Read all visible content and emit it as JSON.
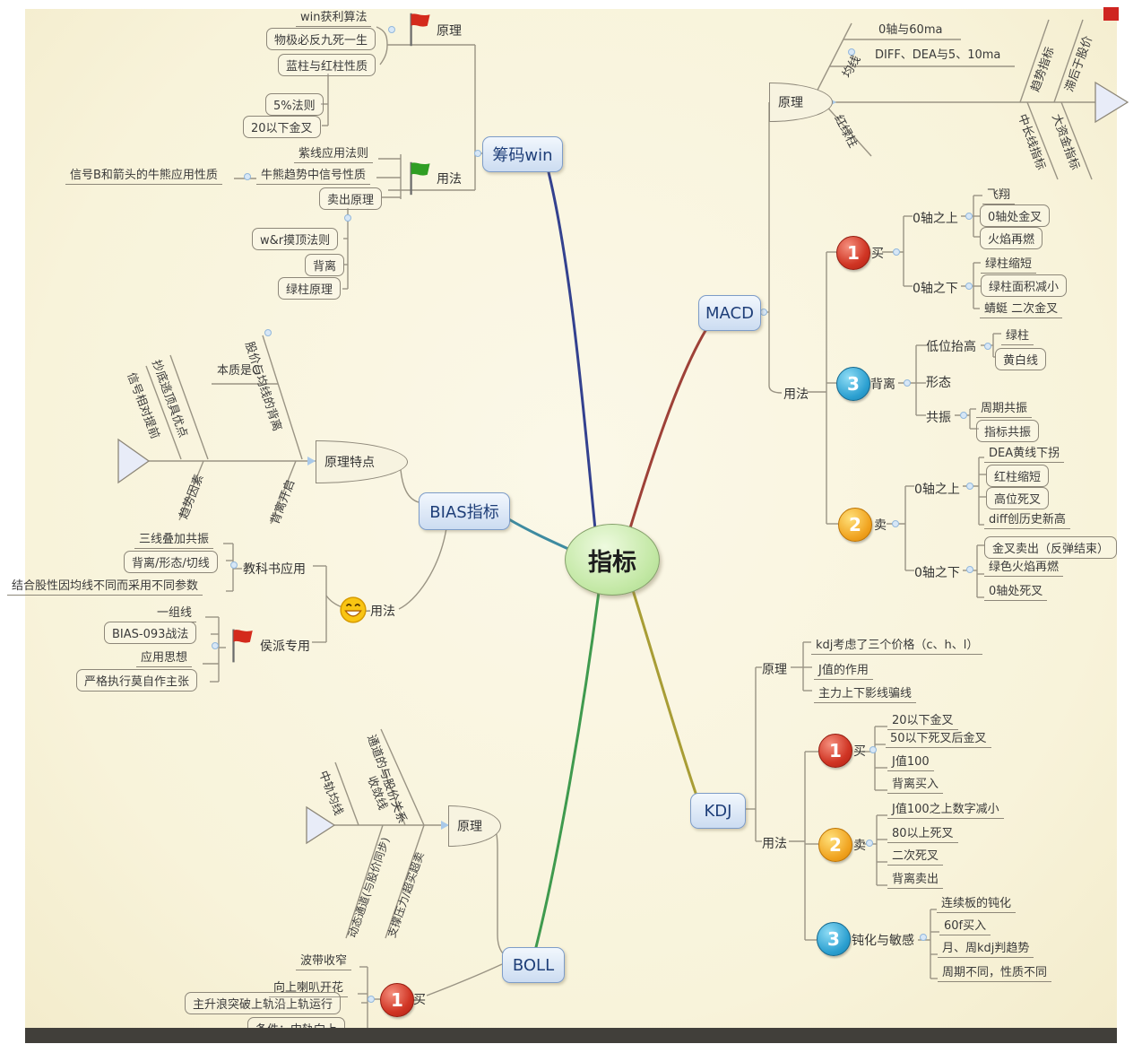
{
  "center": "指标",
  "chouma": {
    "node": "筹码win",
    "yuanli": {
      "label": "原理",
      "win": "win获利算法",
      "wuji": "物极必反九死一生",
      "lanzhu": "蓝柱与红柱性质",
      "rule5": "5%法则",
      "jincha20": "20以下金叉"
    },
    "yongfa": {
      "label": "用法",
      "zixian": "紫线应用法则",
      "xinhao": "信号B和箭头的牛熊应用性质",
      "niuxiong": "牛熊趋势中信号性质",
      "maichu": "卖出原理",
      "wr": "w&r摸顶法则",
      "beili": "背离",
      "lvzhu": "绿柱原理"
    }
  },
  "macd": {
    "node": "MACD",
    "yuanli": {
      "label": "原理",
      "junxian": "均线",
      "item1": "0轴与60ma",
      "item2": "DIFF、DEA与5、10ma",
      "honglv": "红绿柱",
      "qushi": "趋势指标",
      "zhihou": "滞后于股价",
      "zhongchang": "中长线指标",
      "dazijin": "大资金指标"
    },
    "yongfa": {
      "label": "用法",
      "buy": {
        "num": "1",
        "label": "买",
        "above": {
          "label": "0轴之上",
          "items": [
            "飞翔",
            "0轴处金叉",
            "火焰再燃"
          ]
        },
        "below": {
          "label": "0轴之下",
          "items": [
            "绿柱缩短",
            "绿柱面积减小",
            "蜻蜓 二次金叉"
          ]
        }
      },
      "beili": {
        "num": "3",
        "label": "背离",
        "diwei": {
          "label": "低位抬高",
          "items": [
            "绿柱",
            "黄白线"
          ]
        },
        "xingtai": "形态",
        "gongzhen": {
          "label": "共振",
          "items": [
            "周期共振",
            "指标共振"
          ]
        }
      },
      "sell": {
        "num": "2",
        "label": "卖",
        "above": {
          "label": "0轴之上",
          "items": [
            "DEA黄线下拐",
            "红柱缩短",
            "高位死叉",
            "diff创历史新高"
          ]
        },
        "below": {
          "label": "0轴之下",
          "items": [
            "金叉卖出（反弹结束）",
            "绿色火焰再燃",
            "0轴处死叉"
          ]
        }
      }
    }
  },
  "kdj": {
    "node": "KDJ",
    "yuanli": {
      "label": "原理",
      "items": [
        "kdj考虑了三个价格（c、h、l）",
        "J值的作用",
        "主力上下影线骗线"
      ]
    },
    "yongfa": {
      "label": "用法",
      "buy": {
        "num": "1",
        "label": "买",
        "items": [
          "20以下金叉",
          "50以下死叉后金叉",
          "J值100",
          "背离买入"
        ]
      },
      "sell": {
        "num": "2",
        "label": "卖",
        "items": [
          "J值100之上数字减小",
          "80以上死叉",
          "二次死叉",
          "背离卖出"
        ]
      },
      "dunhua": {
        "num": "3",
        "label": "钝化与敏感",
        "items": [
          "连续板的钝化",
          "60f买入",
          "月、周kdj判趋势",
          "周期不同，性质不同"
        ]
      }
    }
  },
  "bias": {
    "node": "BIAS指标",
    "head": "原理特点",
    "diag": {
      "xinhao": "信号相对提前",
      "chaodi": "抄底逃顶具优点",
      "benzhi": "本质是C",
      "gujia": "股价与均线的背离",
      "qushi": "趋势因素",
      "beili": "背离开启"
    },
    "yongfa": {
      "label": "用法",
      "jiaokeshu": {
        "label": "教科书应用",
        "items": [
          "三线叠加共振",
          "背离/形态/切线",
          "结合股性因均线不同而采用不同参数"
        ]
      },
      "houpai": {
        "label": "侯派专用",
        "items": [
          "一组线",
          "BIAS-093战法",
          "应用思想",
          "严格执行莫自作主张"
        ]
      }
    }
  },
  "boll": {
    "node": "BOLL",
    "head": "原理",
    "diag": {
      "zhonggui": "中轨均线",
      "shoulian": "收敛线",
      "tongdao": "通道的与股价关系",
      "dongtai": "动态通道(与股价同步)",
      "zhicheng": "支撑压力/超买超卖"
    },
    "buy": {
      "num": "1",
      "label": "买",
      "items": [
        "波带收窄",
        "向上喇叭开花",
        "主升浪突破上轨沿上轨运行",
        "条件：中轨向上"
      ]
    }
  }
}
